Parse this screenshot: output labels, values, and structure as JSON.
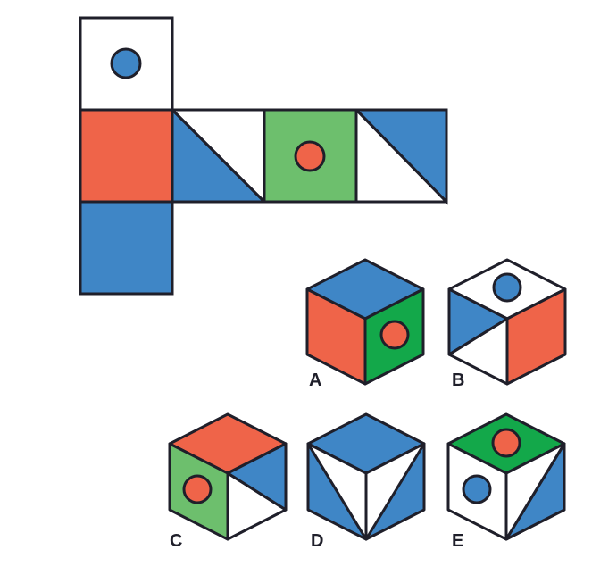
{
  "colors": {
    "outline": "#1f1f2a",
    "white": "#ffffff",
    "red": "#ef6449",
    "blue": "#3f86c6",
    "light_green": "#6dbf6d",
    "green": "#13a84a"
  },
  "options": [
    {
      "letter": "A"
    },
    {
      "letter": "B"
    },
    {
      "letter": "C"
    },
    {
      "letter": "D"
    },
    {
      "letter": "E"
    }
  ]
}
